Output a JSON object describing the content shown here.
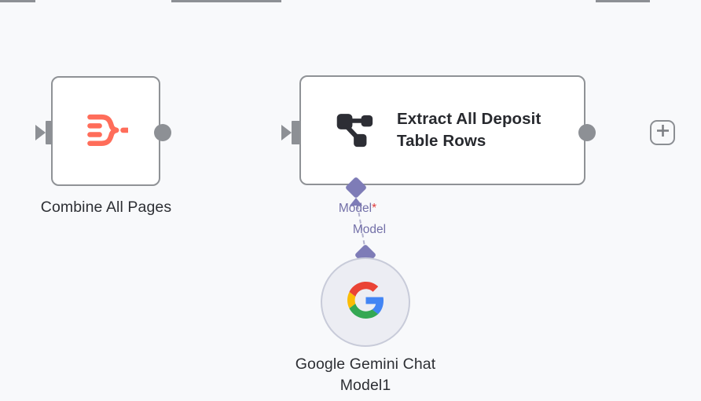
{
  "canvas": {
    "background": "#f8f9fb"
  },
  "colors": {
    "connector_gray": "#8d9095",
    "node_border": "#8f9296",
    "sub_connector_purple": "#7e7cb7",
    "connection_label_purple": "#7370a8",
    "required_asterisk_red": "#e03c3c",
    "aggregate_icon_red": "#ff6d5a",
    "extractor_icon_dark": "#2d2e35",
    "title_text": "#27292e",
    "google_blue": "#4285F4",
    "google_red": "#EA4335",
    "google_yellow": "#FBBC05",
    "google_green": "#34A853"
  },
  "nodes": {
    "combine_all_pages": {
      "label": "Combine All Pages",
      "icon": "aggregate-icon"
    },
    "extract_rows": {
      "title": "Extract All Deposit Table Rows",
      "icon": "information-extractor-icon"
    },
    "gemini_model": {
      "label": "Google Gemini Chat Model1",
      "icon": "google-logo-icon"
    }
  },
  "connection_labels": {
    "model_required": {
      "text": "Model",
      "required_marker": "*"
    },
    "model": {
      "text": "Model"
    }
  },
  "controls": {
    "add_node": {
      "icon": "plus-icon"
    }
  }
}
